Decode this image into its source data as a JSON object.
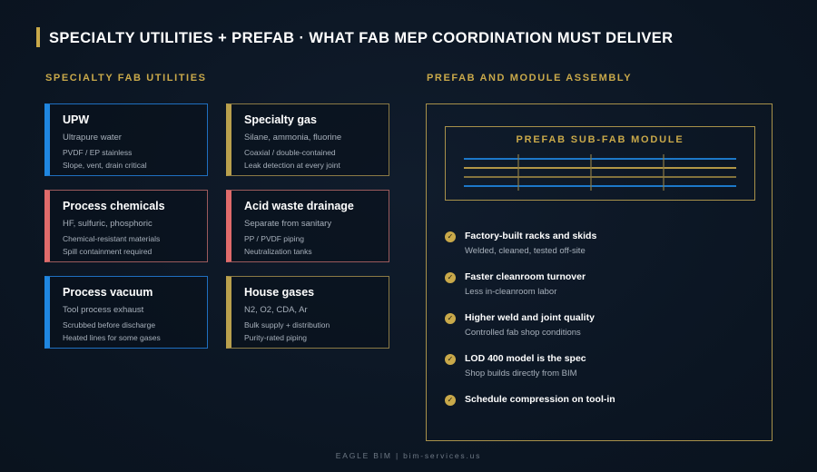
{
  "header": {
    "title": "SPECIALTY UTILITIES + PREFAB · WHAT FAB MEP COORDINATION MUST DELIVER"
  },
  "left_section": {
    "label": "SPECIALTY FAB UTILITIES",
    "cards": [
      {
        "title": "UPW",
        "subtitle": "Ultrapure water",
        "detail1": "PVDF / EP stainless",
        "detail2": "Slope, vent, drain critical",
        "accent": "#1f86e0"
      },
      {
        "title": "Specialty gas",
        "subtitle": "Silane, ammonia, fluorine",
        "detail1": "Coaxial / double-contained",
        "detail2": "Leak detection at every joint",
        "accent": "#b9a04d"
      },
      {
        "title": "Process chemicals",
        "subtitle": "HF, sulfuric, phosphoric",
        "detail1": "Chemical-resistant materials",
        "detail2": "Spill containment required",
        "accent": "#e06b6b"
      },
      {
        "title": "Acid waste drainage",
        "subtitle": "Separate from sanitary",
        "detail1": "PP / PVDF piping",
        "detail2": "Neutralization tanks",
        "accent": "#e06b6b"
      },
      {
        "title": "Process vacuum",
        "subtitle": "Tool process exhaust",
        "detail1": "Scrubbed before discharge",
        "detail2": "Heated lines for some gases",
        "accent": "#1f86e0"
      },
      {
        "title": "House gases",
        "subtitle": "N2, O2, CDA, Ar",
        "detail1": "Bulk supply + distribution",
        "detail2": "Purity-rated piping",
        "accent": "#b9a04d"
      }
    ]
  },
  "right_section": {
    "label": "PREFAB AND MODULE ASSEMBLY",
    "module_title": "PREFAB SUB-FAB MODULE",
    "bullets": [
      {
        "title": "Factory-built racks and skids",
        "subtitle": "Welded, cleaned, tested off-site"
      },
      {
        "title": "Faster cleanroom turnover",
        "subtitle": "Less in-cleanroom labor"
      },
      {
        "title": "Higher weld and joint quality",
        "subtitle": "Controlled fab shop conditions"
      },
      {
        "title": "LOD 400 model is the spec",
        "subtitle": "Shop builds directly from BIM"
      },
      {
        "title": "Schedule compression on tool-in",
        "subtitle": ""
      }
    ],
    "check_glyph": "✓"
  },
  "footer": {
    "text": "EAGLE BIM | bim-services.us"
  },
  "colors": {
    "gold": "#c9a94a",
    "blue": "#1f86e0",
    "red": "#e06b6b",
    "background": "#0b1522"
  }
}
